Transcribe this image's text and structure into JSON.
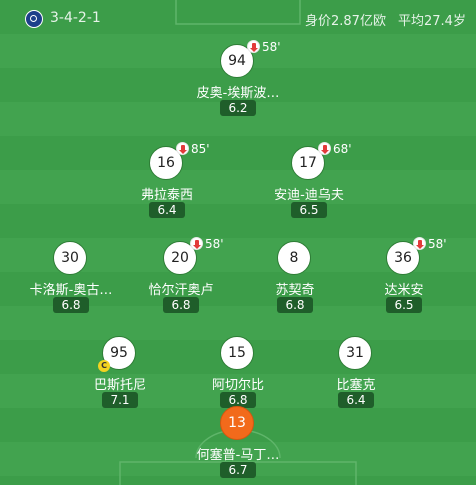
{
  "header": {
    "formation": "3-4-2-1",
    "market_value": "身价2.87亿欧",
    "average_age": "平均27.4岁",
    "club_logo_icon": "inter-milan-logo"
  },
  "colors": {
    "pitch": "#3c9d49",
    "rating_badge": "#1f5e2a",
    "substitute_circle": "#f26a1b",
    "captain_badge": "#f3d321",
    "sub_out_arrow": "#e23a3a"
  },
  "players": [
    {
      "number": "94",
      "name": "皮奥-埃斯波…",
      "rating": "6.2",
      "sub_minute": "58'",
      "subbed_out": true,
      "captain": false,
      "substitute": false
    },
    {
      "number": "16",
      "name": "弗拉泰西",
      "rating": "6.4",
      "sub_minute": "85'",
      "subbed_out": true,
      "captain": false,
      "substitute": false
    },
    {
      "number": "17",
      "name": "安迪-迪乌夫",
      "rating": "6.5",
      "sub_minute": "68'",
      "subbed_out": true,
      "captain": false,
      "substitute": false
    },
    {
      "number": "30",
      "name": "卡洛斯-奥古…",
      "rating": "6.8",
      "sub_minute": "",
      "subbed_out": false,
      "captain": false,
      "substitute": false
    },
    {
      "number": "20",
      "name": "恰尔汗奥卢",
      "rating": "6.8",
      "sub_minute": "58'",
      "subbed_out": true,
      "captain": false,
      "substitute": false
    },
    {
      "number": "8",
      "name": "苏契奇",
      "rating": "6.8",
      "sub_minute": "",
      "subbed_out": false,
      "captain": false,
      "substitute": false
    },
    {
      "number": "36",
      "name": "达米安",
      "rating": "6.5",
      "sub_minute": "58'",
      "subbed_out": true,
      "captain": false,
      "substitute": false
    },
    {
      "number": "95",
      "name": "巴斯托尼",
      "rating": "7.1",
      "sub_minute": "",
      "subbed_out": false,
      "captain": true,
      "captain_label": "C",
      "substitute": false
    },
    {
      "number": "15",
      "name": "阿切尔比",
      "rating": "6.8",
      "sub_minute": "",
      "subbed_out": false,
      "captain": false,
      "substitute": false
    },
    {
      "number": "31",
      "name": "比塞克",
      "rating": "6.4",
      "sub_minute": "",
      "subbed_out": false,
      "captain": false,
      "substitute": false
    },
    {
      "number": "13",
      "name": "何塞普-马丁…",
      "rating": "6.7",
      "sub_minute": "",
      "subbed_out": false,
      "captain": false,
      "substitute": true
    }
  ]
}
